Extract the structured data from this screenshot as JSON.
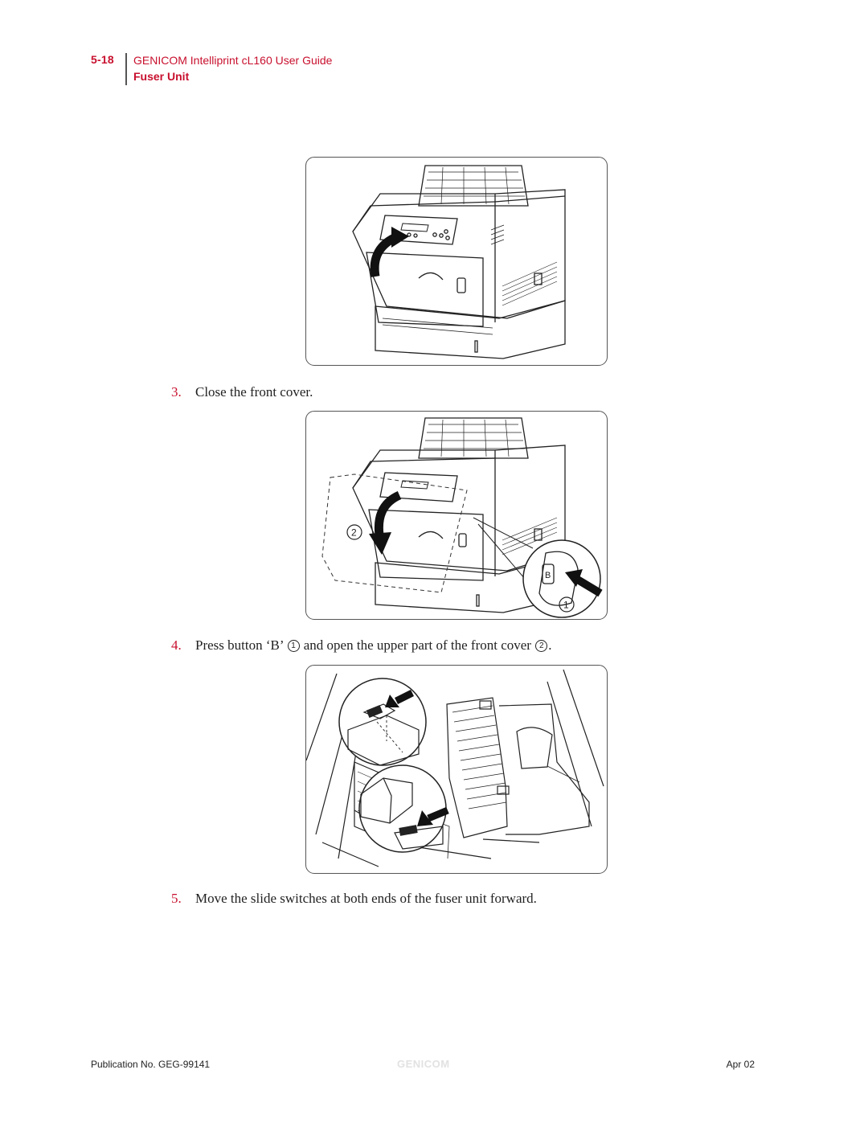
{
  "header": {
    "page_number": "5-18",
    "guide_title": "GENICOM Intelliprint cL160 User Guide",
    "section": "Fuser Unit"
  },
  "steps": [
    {
      "number": "3.",
      "text": "Close the front cover."
    },
    {
      "number": "4.",
      "text_before": "Press button ‘B’",
      "marker1": "1",
      "text_middle": "and open the upper part of the front cover",
      "marker2": "2",
      "text_after": "."
    },
    {
      "number": "5.",
      "text": "Move the slide switches at both ends of the fuser unit forward."
    }
  ],
  "figures": {
    "fig2_callout_2": "2",
    "fig2_callout_1": "1",
    "fig2_button_letter": "B"
  },
  "footer": {
    "publication": "Publication No. GEG-99141",
    "brand_watermark": "GENICOM",
    "date": "Apr 02"
  },
  "colors": {
    "accent": "#c8102e",
    "watermark": "#e2e2e2"
  }
}
